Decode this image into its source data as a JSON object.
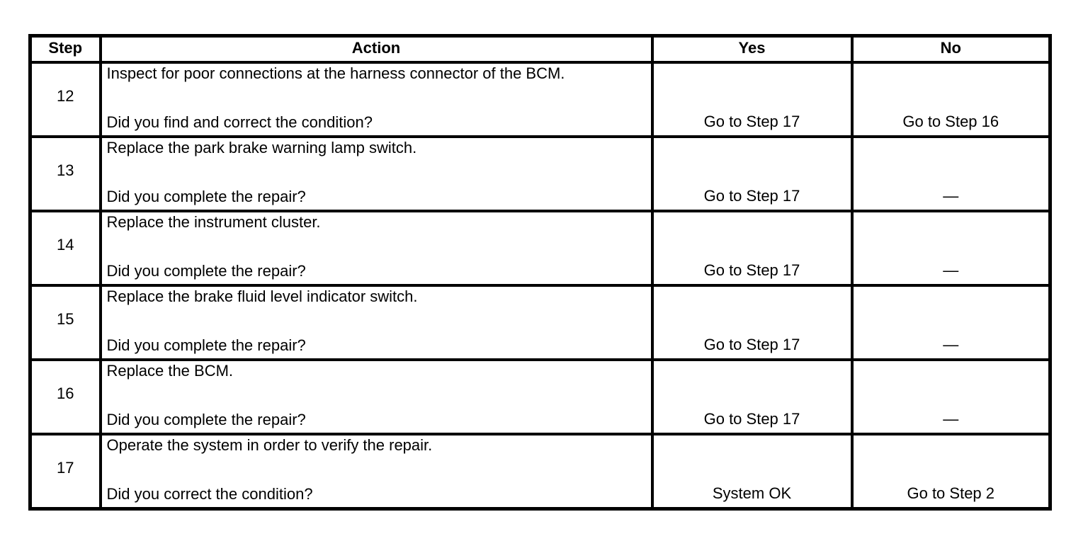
{
  "table": {
    "headers": {
      "step": "Step",
      "action": "Action",
      "yes": "Yes",
      "no": "No"
    },
    "rows": [
      {
        "step": "12",
        "action": "Inspect for poor connections at the harness connector of the BCM.",
        "question": "Did you find and correct the condition?",
        "yes": "Go to Step 17",
        "no": "Go to Step 16"
      },
      {
        "step": "13",
        "action": "Replace the park brake warning lamp switch.",
        "question": "Did you complete the repair?",
        "yes": "Go to Step 17",
        "no": "—"
      },
      {
        "step": "14",
        "action": "Replace the instrument cluster.",
        "question": "Did you complete the repair?",
        "yes": "Go to Step 17",
        "no": "—"
      },
      {
        "step": "15",
        "action": "Replace the brake fluid level indicator switch.",
        "question": "Did you complete the repair?",
        "yes": "Go to Step 17",
        "no": "—"
      },
      {
        "step": "16",
        "action": "Replace the BCM.",
        "question": "Did you complete the repair?",
        "yes": "Go to Step 17",
        "no": "—"
      },
      {
        "step": "17",
        "action": "Operate the system in order to verify the repair.",
        "question": "Did you correct the condition?",
        "yes": "System OK",
        "no": "Go to Step 2"
      }
    ],
    "colors": {
      "border": "#000000",
      "text": "#000000",
      "background": "#ffffff"
    }
  }
}
